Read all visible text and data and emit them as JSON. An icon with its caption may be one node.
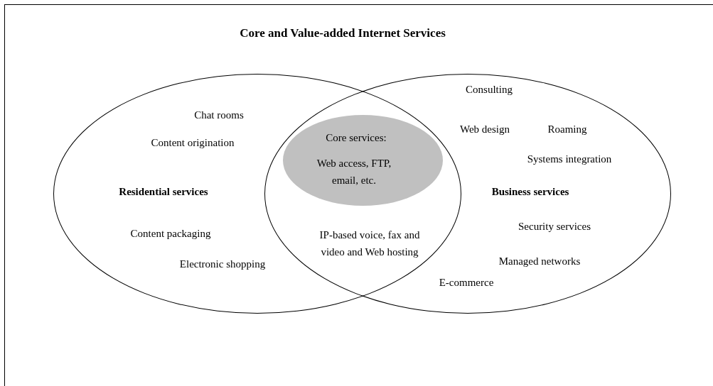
{
  "diagram": {
    "title": "Core and Value-added Internet Services",
    "nodes": [
      {
        "text": [
          "Residential services"
        ]
      },
      {
        "text": [
          "Core services:",
          "Web access, FTP, email, etc."
        ]
      },
      {
        "text": [
          "Business services"
        ]
      }
    ],
    "labels": [
      "Consulting",
      "Chat rooms",
      "Web design",
      "Roaming",
      "Content origination",
      "Systems integration",
      "Content packaging",
      "IP-based voice, fax and video and Web hosting",
      "Security services",
      "Managed networks",
      "Electronic shopping",
      "E-commerce"
    ]
  }
}
